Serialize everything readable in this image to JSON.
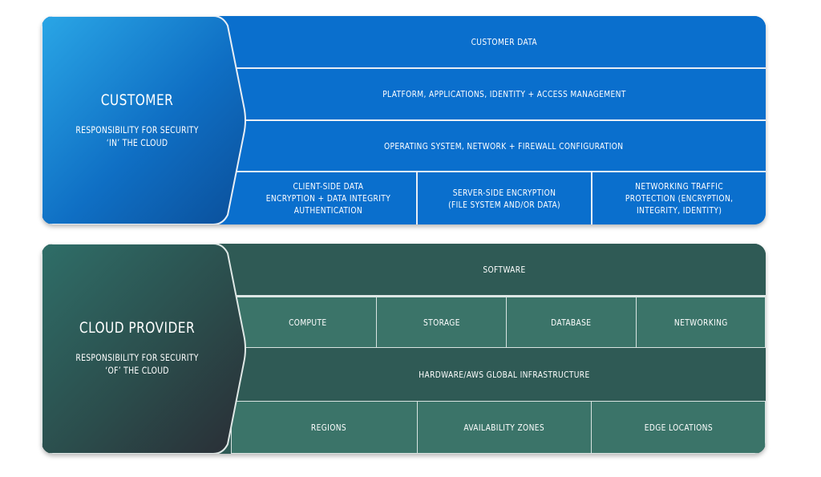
{
  "customer": {
    "title": "CUSTOMER",
    "subtitle": "RESPONSIBILITY FOR SECURITY\n‘IN’ THE CLOUD",
    "rows": {
      "customer_data": "CUSTOMER DATA",
      "platform": "PLATFORM, APPLICATIONS, IDENTITY + ACCESS MANAGEMENT",
      "os": "OPERATING SYSTEM, NETWORK + FIREWALL CONFIGURATION"
    },
    "encryption": [
      "CLIENT-SIDE DATA\nENCRYPTION + DATA INTEGRITY\nAUTHENTICATION",
      "SERVER-SIDE ENCRYPTION\n(FILE SYSTEM AND/OR DATA)",
      "NETWORKING TRAFFIC\nPROTECTION (ENCRYPTION,\nINTEGRITY, IDENTITY)"
    ]
  },
  "provider": {
    "title": "CLOUD PROVIDER",
    "subtitle": "RESPONSIBILITY FOR SECURITY\n‘OF’ THE CLOUD",
    "software": "SOFTWARE",
    "services": [
      "COMPUTE",
      "STORAGE",
      "DATABASE",
      "NETWORKING"
    ],
    "hardware": "HARDWARE/AWS GLOBAL INFRASTRUCTURE",
    "locations": [
      "REGIONS",
      "AVAILABILITY ZONES",
      "EDGE LOCATIONS"
    ]
  },
  "colors": {
    "customer_blue": "#0a6fcd",
    "customer_chevron_light": "#2aa6e6",
    "customer_chevron_dark": "#0b4f9a",
    "provider_dark": "#2f5a55",
    "provider_cell": "#3b7469",
    "provider_chevron_light": "#2f6e68",
    "provider_chevron_dark": "#2a2d35"
  }
}
